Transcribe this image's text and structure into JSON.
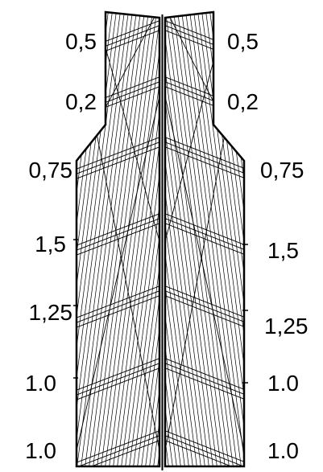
{
  "colors": {
    "line": "#000000",
    "background": "#ffffff"
  },
  "labels": {
    "left": [
      "0,5",
      "0,2",
      "0,75",
      "1,5",
      "1,25",
      "1.0",
      "1.0"
    ],
    "right": [
      "0,5",
      "0,2",
      "0,75",
      "1,5",
      "1,25",
      "1.0",
      "1.0"
    ]
  }
}
